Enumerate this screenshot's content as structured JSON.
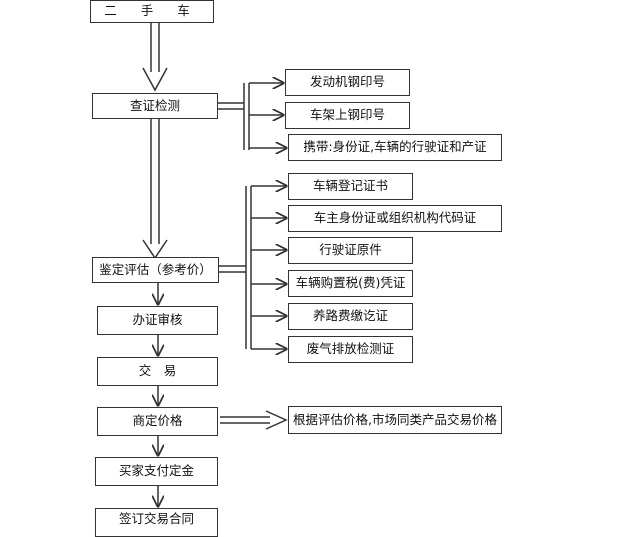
{
  "main_flow": {
    "used_car": "二 手 车",
    "inspection": "查证检测",
    "appraisal": "鉴定评估（参考价）",
    "review": "办证审核",
    "trade": "交　易",
    "negotiate": "商定价格",
    "deposit": "买家支付定金",
    "contract": "签订交易合同"
  },
  "inspection_items": {
    "engine_stamp": "发动机钢印号",
    "frame_stamp": "车架上钢印号",
    "carry_docs": "携带:身份证,车辆的行驶证和产证"
  },
  "appraisal_items": {
    "registration": "车辆登记证书",
    "owner_id": "车主身份证或组织机构代码证",
    "license": "行驶证原件",
    "purchase_tax": "车辆购置税(费)凭证",
    "road_fee": "养路费缴讫证",
    "emission": "废气排放检测证"
  },
  "price_basis": "根据评估价格,市场同类产品交易价格"
}
